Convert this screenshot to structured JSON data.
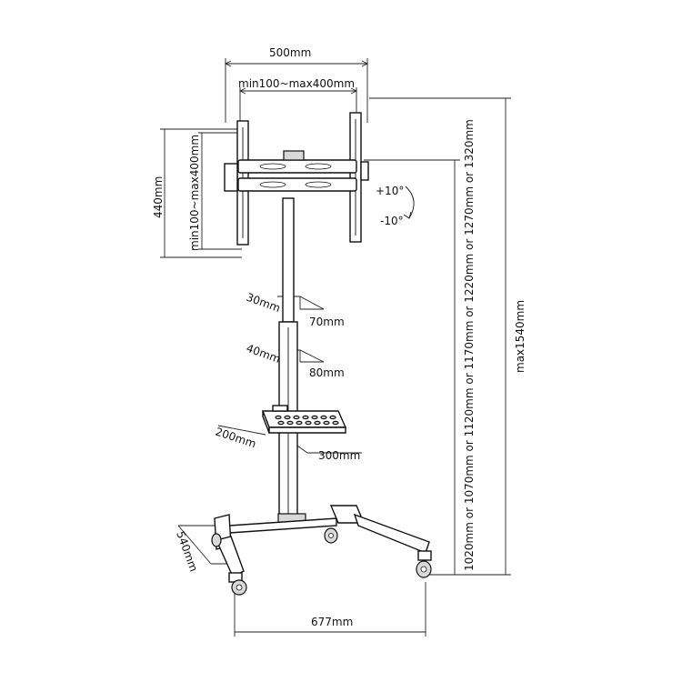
{
  "diagram": {
    "width_label": "500mm",
    "vesa_width_label": "min100~max400mm",
    "height_label": "440mm",
    "vesa_height_label": "min100~max400mm",
    "tilt_up_label": "+10°",
    "tilt_down_label": "-10°",
    "pole_label_a_depth": "30mm",
    "pole_label_a_width": "70mm",
    "pole_label_b_depth": "40mm",
    "pole_label_b_width": "80mm",
    "shelf_depth_label": "200mm",
    "shelf_width_label": "300mm",
    "base_depth_label": "540mm",
    "base_width_label": "677mm",
    "height_options_label": "1020mm or 1070mm or 1120mm or 1170mm or 1220mm or 1270mm or 1320mm",
    "max_height_label": "max1540mm"
  }
}
